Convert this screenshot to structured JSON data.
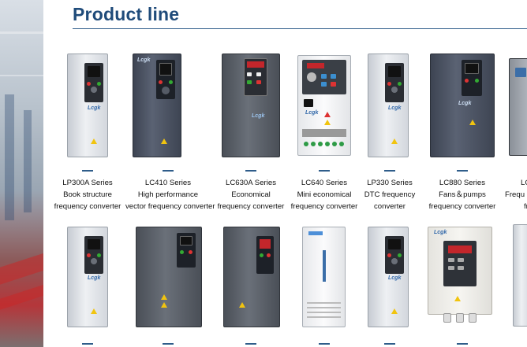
{
  "page": {
    "title": "Product line",
    "colors": {
      "title": "#1f4b7a",
      "rule": "#2f5d8a",
      "text": "#111111"
    }
  },
  "row1": [
    {
      "series": "LP300A Series",
      "line2": "Book structure",
      "line3": "frequency converter"
    },
    {
      "series": "LC410 Series",
      "line2": "High performance",
      "line3": "vector frequency converter"
    },
    {
      "series": "LC630A Series",
      "line2": "Economical",
      "line3": "frequency converter"
    },
    {
      "series": "LC640  Series",
      "line2": "Mini economical",
      "line3": "frequency converter"
    },
    {
      "series": "LP330  Series",
      "line2": "DTC frequency",
      "line3": "converter"
    },
    {
      "series": "LC880  Series",
      "line2": "Fans＆pumps",
      "line3": "frequency converter"
    },
    {
      "series": "LC",
      "line2": "Frequ",
      "line3": "fr"
    }
  ],
  "row2_styles": [
    "light",
    "dark-slim",
    "gray",
    "cabinet",
    "light",
    "wall-box",
    "partial"
  ]
}
